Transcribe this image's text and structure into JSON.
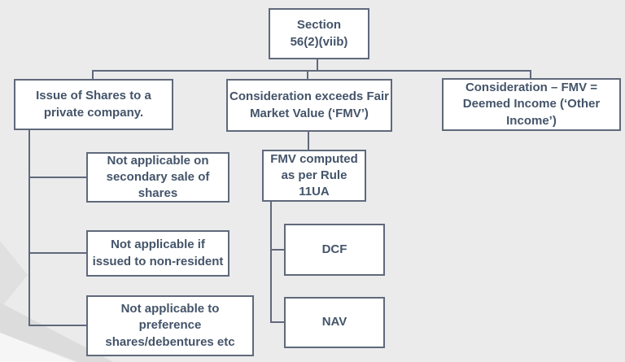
{
  "diagram": {
    "title": "Section 56(2)(viib) flowchart",
    "colors": {
      "background": "#ebebec",
      "box_fill": "#ffffff",
      "box_border": "#60697b",
      "connector": "#60697b",
      "text": "#44546a",
      "swoosh": "#dcdcdd"
    },
    "nodes": {
      "root": "Section\n56(2)(viib)",
      "issue": "Issue of Shares to a\nprivate company.",
      "consideration": "Consideration exceeds Fair\nMarket Value (‘FMV’)",
      "deemed": "Consideration – FMV =\nDeemed Income (‘Other\nIncome’)",
      "secondary": "Not applicable on\nsecondary sale of\nshares",
      "fmv_rule": "FMV computed\nas per Rule\n11UA",
      "nonresident": "Not applicable if\nissued to non-resident",
      "dcf": "DCF",
      "preference": "Not applicable to\npreference\nshares/debentures etc",
      "nav": "NAV"
    },
    "edges": [
      [
        "root",
        "issue"
      ],
      [
        "root",
        "consideration"
      ],
      [
        "root",
        "deemed"
      ],
      [
        "issue",
        "secondary"
      ],
      [
        "issue",
        "nonresident"
      ],
      [
        "issue",
        "preference"
      ],
      [
        "consideration",
        "fmv_rule"
      ],
      [
        "fmv_rule",
        "dcf"
      ],
      [
        "fmv_rule",
        "nav"
      ]
    ]
  }
}
